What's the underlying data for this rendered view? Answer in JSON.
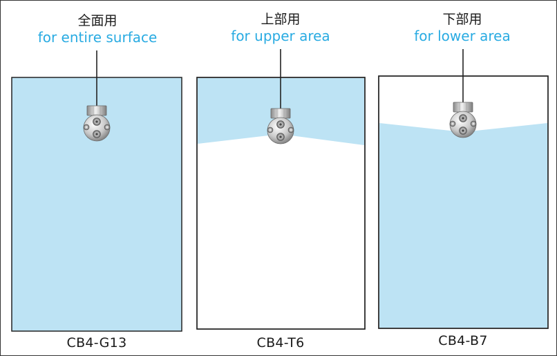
{
  "colors": {
    "spray_fill": "#bde3f4",
    "accent_text": "#29abe2",
    "outline": "#222222"
  },
  "panels": [
    {
      "label_jp": "全面用",
      "label_en": "for entire surface",
      "model": "CB4-G13",
      "coverage": "entire"
    },
    {
      "label_jp": "上部用",
      "label_en": "for upper area",
      "model": "CB4-T6",
      "coverage": "upper"
    },
    {
      "label_jp": "下部用",
      "label_en": "for lower area",
      "model": "CB4-B7",
      "coverage": "lower"
    }
  ]
}
